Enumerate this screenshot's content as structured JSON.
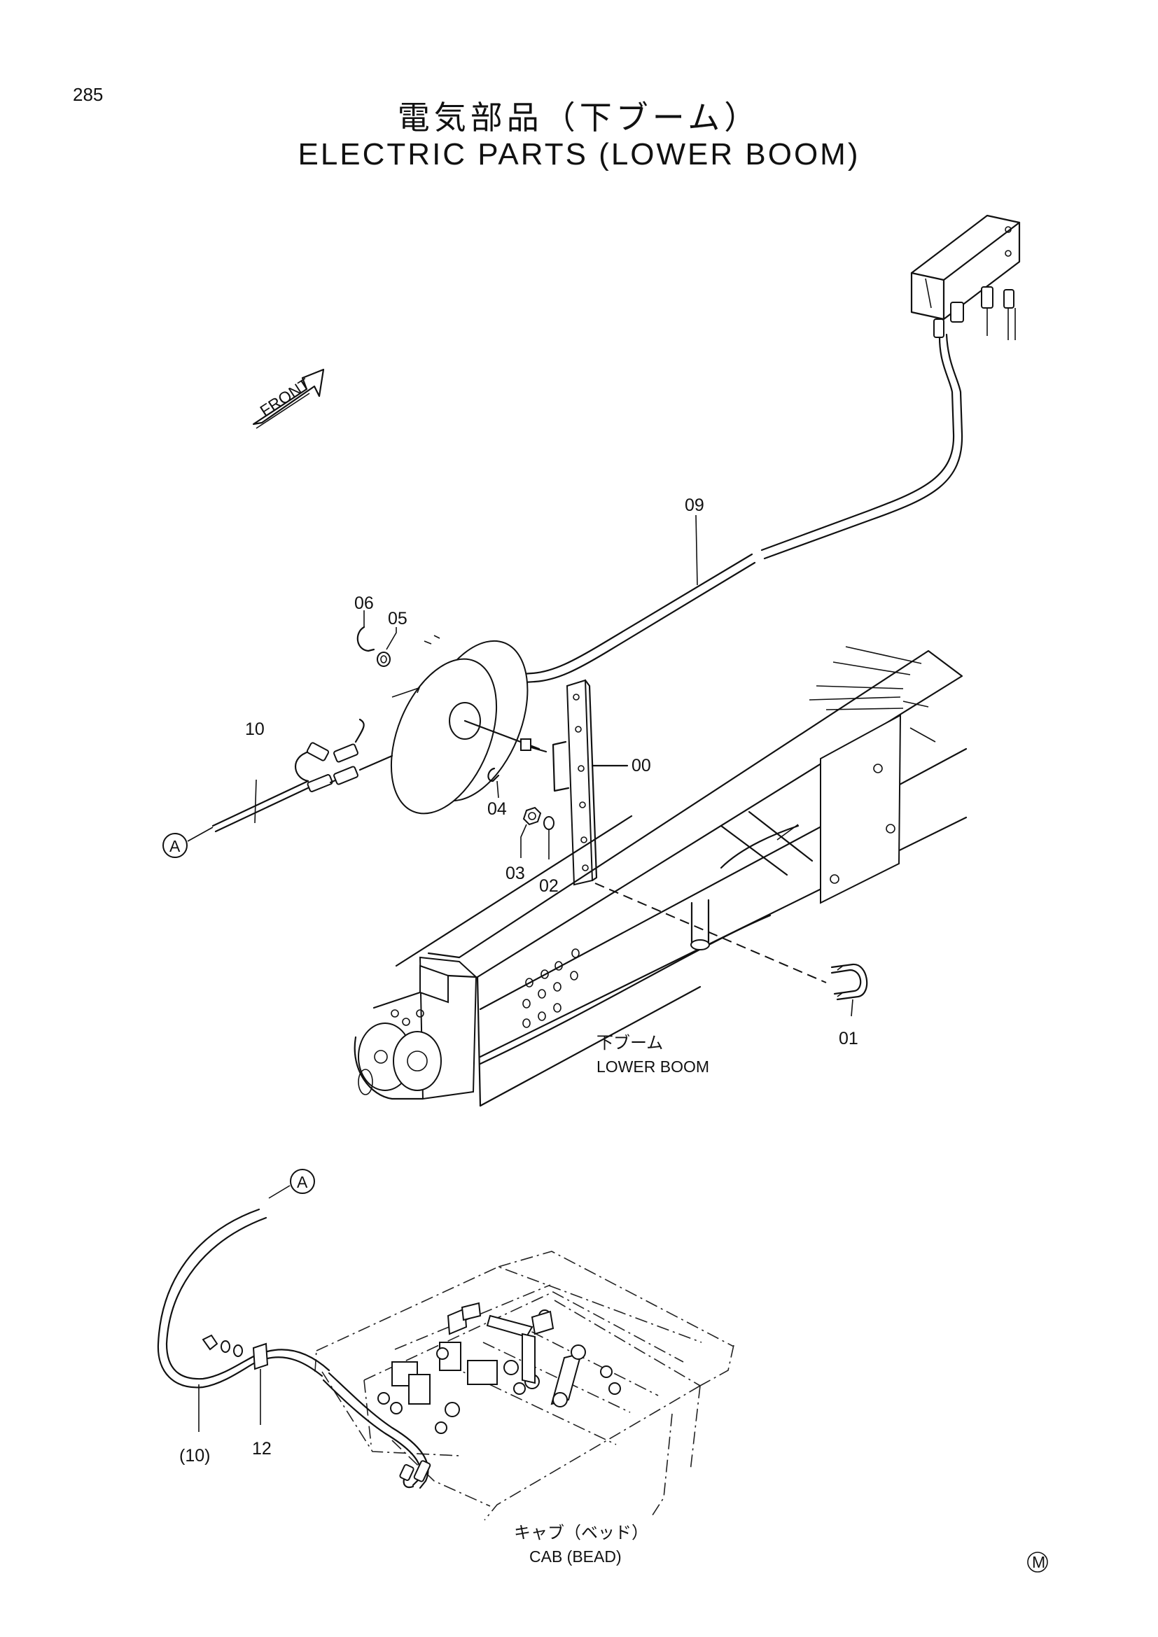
{
  "page": {
    "number": "285",
    "title_jp": "電気部品（下ブーム）",
    "title_en": "ELECTRIC PARTS (LOWER BOOM)"
  },
  "direction_marker": {
    "label": "FRONT",
    "icon": "front-arrow-icon"
  },
  "callouts": {
    "p00": "00",
    "p01": "01",
    "p02": "02",
    "p03": "03",
    "p04": "04",
    "p05": "05",
    "p06": "06",
    "p09": "09",
    "p10": "10",
    "p10_ref": "(10)",
    "p12": "12",
    "ref_a_top": "A",
    "ref_a_bottom": "A"
  },
  "assembly_labels": {
    "lower_boom_jp": "下ブーム",
    "lower_boom_en": "LOWER BOOM",
    "cab_jp": "キャブ（ベッド）",
    "cab_en": "CAB (BEAD)"
  },
  "corner_mark": "M"
}
